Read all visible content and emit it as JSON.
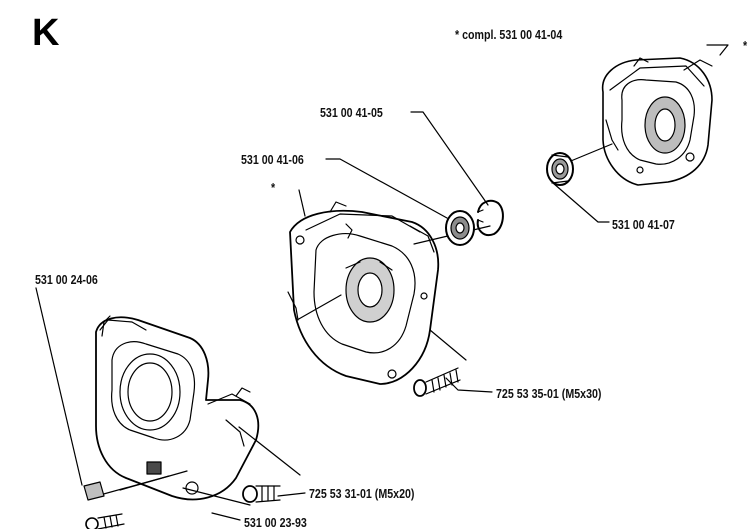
{
  "section": {
    "letter": "K"
  },
  "note": {
    "text": "* compl. 531 00 41-04"
  },
  "asterisks": {
    "a1": "*",
    "a2": "*"
  },
  "labels": {
    "p_41_05": "531 00 41-05",
    "p_41_06": "531 00 41-06",
    "p_41_07": "531 00 41-07",
    "p_24_06": "531 00 24-06",
    "p_35_01": "725 53 35-01 (M5x30)",
    "p_31_01": "725 53 31-01 (M5x20)",
    "p_23_93": "531 00 23-93"
  },
  "colors": {
    "ink": "#000000",
    "paper": "#ffffff",
    "shade": "#7a7a7a"
  }
}
